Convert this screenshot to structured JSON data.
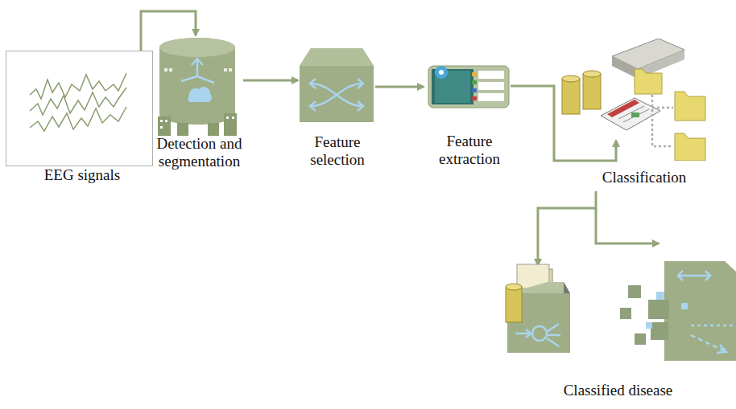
{
  "diagram": {
    "nodes": [
      {
        "text": [
          "EEG signals"
        ]
      },
      {
        "text": [
          "Detection and segmentation"
        ]
      },
      {
        "text": [
          "Feature selection"
        ]
      },
      {
        "text": [
          "Feature extraction"
        ]
      },
      {
        "text": [
          "Classification"
        ]
      },
      {
        "text": [
          "Classified disease"
        ]
      }
    ],
    "edges": [
      {
        "from": 0,
        "to": 1,
        "arrow": "to"
      },
      {
        "from": 1,
        "to": 2,
        "arrow": "to"
      },
      {
        "from": 2,
        "to": 3,
        "arrow": "to"
      },
      {
        "from": 3,
        "to": 4,
        "arrow": "to"
      },
      {
        "from": 4,
        "to": 5,
        "arrow": "to"
      }
    ]
  }
}
